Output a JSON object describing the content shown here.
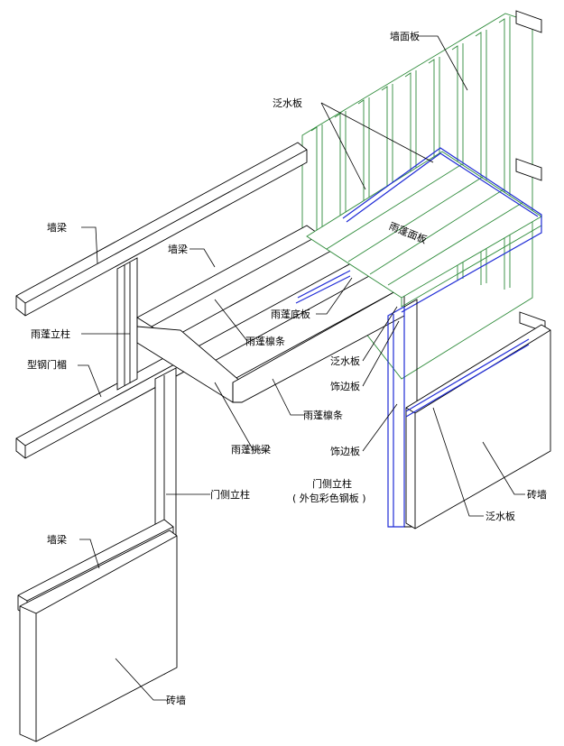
{
  "labels": {
    "wall_panel": "墙面板",
    "flashing_top": "泛水板",
    "canopy_top_panel": "雨蓬面板",
    "wall_beam_top": "墙梁",
    "wall_beam_mid": "墙梁",
    "canopy_bottom_panel": "雨蓬底板",
    "canopy_post": "雨蓬立柱",
    "canopy_purlin_1": "雨蓬檩条",
    "steel_door_beam": "型钢门楣",
    "flashing_mid": "泛水板",
    "trim_panel_1": "饰边板",
    "canopy_purlin_2": "雨蓬檩条",
    "canopy_cantilever": "雨蓬挑梁",
    "trim_panel_2": "饰边板",
    "door_post_left": "门侧立柱",
    "door_post_right": "门侧立柱",
    "door_post_right_note": "( 外包彩色钢板 )",
    "brick_wall_right": "砖墙",
    "flashing_bottom": "泛水板",
    "wall_beam_bottom": "墙梁",
    "brick_wall_left": "砖墙"
  },
  "colors": {
    "structure": "#000000",
    "panel": "#2e8b3a",
    "flashing": "#1f2bd6"
  }
}
